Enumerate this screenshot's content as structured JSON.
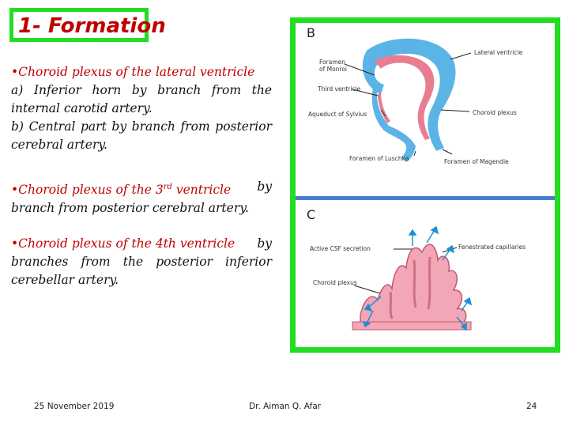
{
  "title": "1- Formation",
  "items": [
    {
      "bullet": "•",
      "heading": "Choroid plexus of the lateral ventricle",
      "lines": [
        "a) Inferior horn by branch from the",
        "internal carotid artery.",
        "b) Central part by branch from posterior",
        "cerebral artery."
      ]
    },
    {
      "bullet": "•",
      "heading": "Choroid plexus of the 3",
      "sup": "rd",
      "heading_tail": "ventricle",
      "rest": "by",
      "lines": [
        "branch from posterior cerebral artery."
      ]
    },
    {
      "bullet": "•",
      "heading": "Choroid plexus of the 4th ventricle",
      "rest": "by",
      "lines": [
        "branches from the posterior inferior",
        "cerebellar artery."
      ]
    }
  ],
  "figure_b": {
    "letter": "B",
    "labels": {
      "foramen_monroi_1": "Foramen",
      "foramen_monroi_2": "of Monroi",
      "third_ventricle": "Third ventricle",
      "aqueduct": "Aqueduct of Sylvius",
      "lateral_ventricle": "Lateral ventricle",
      "choroid_plexus": "Choroid plexus",
      "foramen_luschka": "Foramen of Luschka",
      "foramen_magendie": "Foramen of Magendie"
    }
  },
  "figure_c": {
    "letter": "C",
    "labels": {
      "active_csf": "Active CSF secretion",
      "fenestrated": "Fenestrated capillaries",
      "choroid_plexus": "Choroid plexus"
    }
  },
  "footer": {
    "date": "25 November 2019",
    "author": "Dr. Aiman Q. Afar",
    "page": "24"
  },
  "colors": {
    "title": "#c00000",
    "frame": "#22dd22",
    "ventricle": "#5ab4e6",
    "plexus": "#e87d92",
    "arrow": "#1e8fd6"
  }
}
